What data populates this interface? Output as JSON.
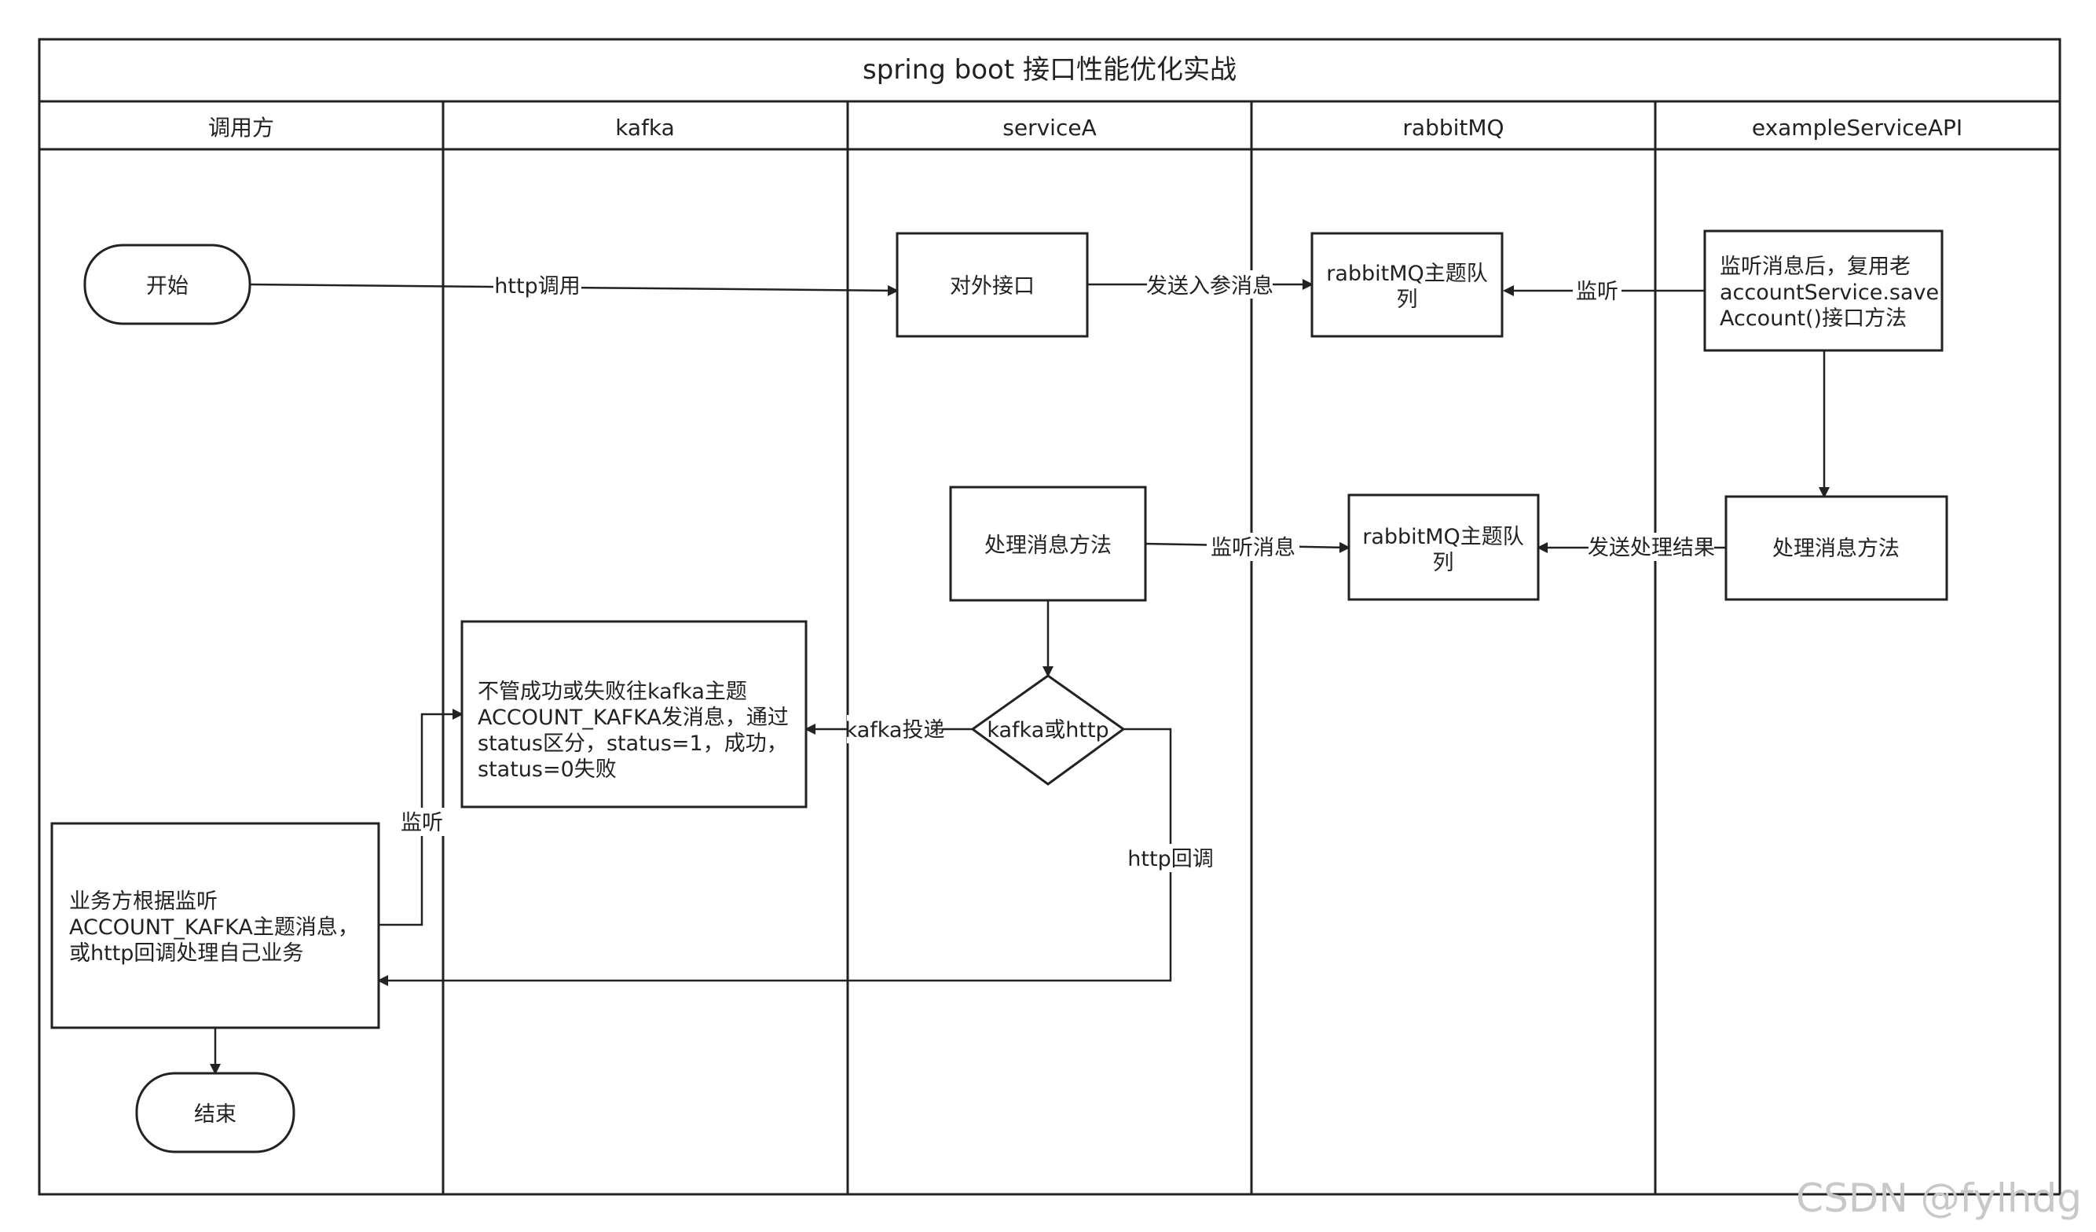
{
  "title": "spring boot 接口性能优化实战",
  "lanes": [
    "调用方",
    "kafka",
    "serviceA",
    "rabbitMQ",
    "exampleServiceAPI"
  ],
  "nodes": {
    "start": "开始",
    "end": "结束",
    "external_api": "对外接口",
    "mq_queue_1": [
      "rabbitMQ主题队",
      "列"
    ],
    "listen_reuse": [
      "监听消息后，复用老",
      "accountService.save",
      "Account()接口方法"
    ],
    "process_a": "处理消息方法",
    "mq_queue_2": [
      "rabbitMQ主题队",
      "列"
    ],
    "process_api": "处理消息方法",
    "kafka_send": [
      "不管成功或失败往kafka主题",
      "ACCOUNT_KAFKA发消息，通过",
      "status区分，status=1，成功，",
      "status=0失败"
    ],
    "decision": "kafka或http",
    "business": [
      "业务方根据监听",
      "ACCOUNT_KAFKA主题消息，",
      "或http回调处理自己业务"
    ]
  },
  "edges": {
    "http_call": "http调用",
    "send_params": "发送入参消息",
    "listen_1": "监听",
    "listen_msg": "监听消息",
    "send_result": "发送处理结果",
    "kafka_deliver": "kafka投递",
    "http_callback": "http回调",
    "listen_2": "监听"
  },
  "watermark": "CSDN @fylhdg"
}
